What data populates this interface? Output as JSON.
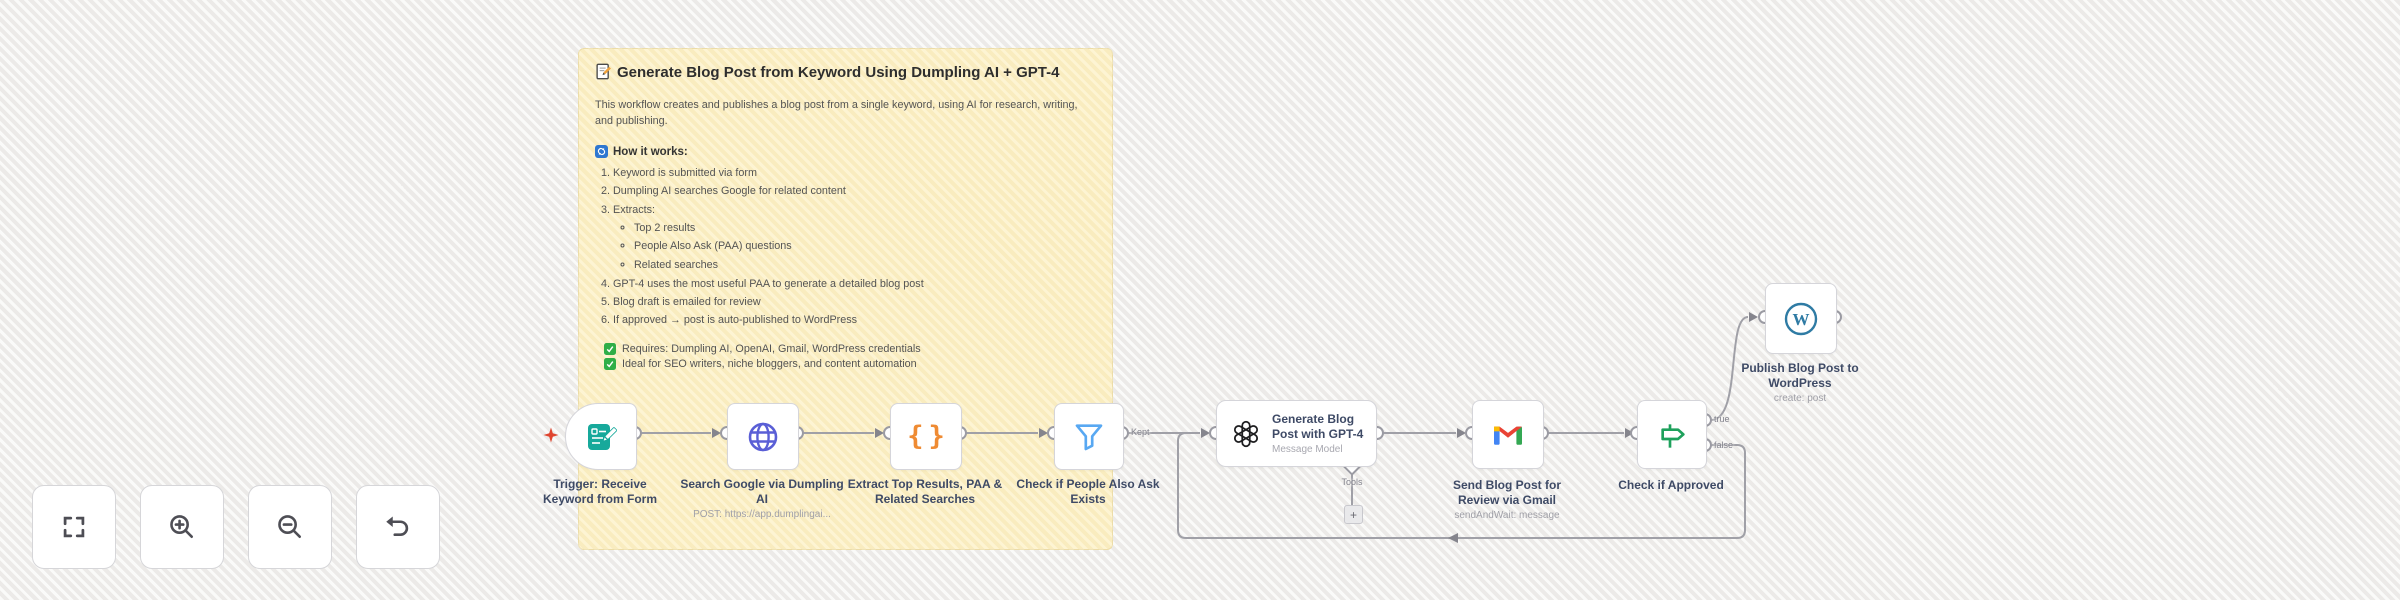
{
  "sticky": {
    "title": "Generate Blog Post from Keyword Using Dumpling AI + GPT-4",
    "intro": "This workflow creates and publishes a blog post from a single keyword, using AI for research, writing, and publishing.",
    "how_heading": "How it works:",
    "steps": [
      {
        "text": "Keyword is submitted via form"
      },
      {
        "text": "Dumpling AI searches Google for related content"
      },
      {
        "text": "Extracts:",
        "subitems": [
          "Top 2 results",
          "People Also Ask (PAA) questions",
          "Related searches"
        ]
      },
      {
        "text": "GPT-4 uses the most useful PAA to generate a detailed blog post"
      },
      {
        "text": "Blog draft is emailed for review"
      },
      {
        "text": "If approved → post is auto-published to WordPress"
      }
    ],
    "notes": [
      "Requires: Dumpling AI, OpenAI, Gmail, WordPress credentials",
      "Ideal for SEO writers, niche bloggers, and content automation"
    ]
  },
  "nodes": [
    {
      "title": "Trigger: Receive Keyword from Form",
      "icon": "form-trigger-icon"
    },
    {
      "title": "Search Google via Dumpling AI",
      "subtitle": "POST: https://app.dumplingai...",
      "icon": "globe-icon"
    },
    {
      "title": "Extract Top Results, PAA & Related Searches",
      "icon": "code-braces-icon"
    },
    {
      "title": "Check if People Also Ask Exists",
      "icon": "filter-icon"
    },
    {
      "title": "Generate Blog Post with GPT-4",
      "subtitle": "Message Model",
      "icon": "openai-icon"
    },
    {
      "title": "Send Blog Post for Review via Gmail",
      "subtitle": "sendAndWait: message",
      "icon": "gmail-icon"
    },
    {
      "title": "Check if Approved",
      "icon": "signpost-icon"
    },
    {
      "title": "Publish Blog Post to WordPress",
      "subtitle": "create: post",
      "icon": "wordpress-icon"
    }
  ],
  "connection_labels": {
    "kept": "Kept",
    "true_label": "true",
    "false_label": "false",
    "tools": "Tools",
    "plus": "+"
  },
  "toolbar": {
    "buttons": [
      "zoom-to-fit",
      "zoom-in",
      "zoom-out",
      "reset-zoom"
    ]
  },
  "colors": {
    "sticky_bg": "#fcf0c4",
    "canvas_bg": "#f4f3f1",
    "wire": "#a0a0a7",
    "form_trigger_teal": "#17a99b",
    "http_indigo": "#5a5fd6",
    "code_orange": "#ef8b33",
    "filter_blue": "#58a8f2",
    "gmail_red": "#ea4335",
    "gmail_blue": "#4285f4",
    "gmail_green": "#34a853",
    "gmail_yellow": "#fbbc04",
    "if_green": "#1ea15c",
    "wordpress_blue": "#2f7ba4",
    "check_green": "#2fae47",
    "how_icon_blue": "#2e77d0",
    "sparkle_red": "#e0452f"
  }
}
